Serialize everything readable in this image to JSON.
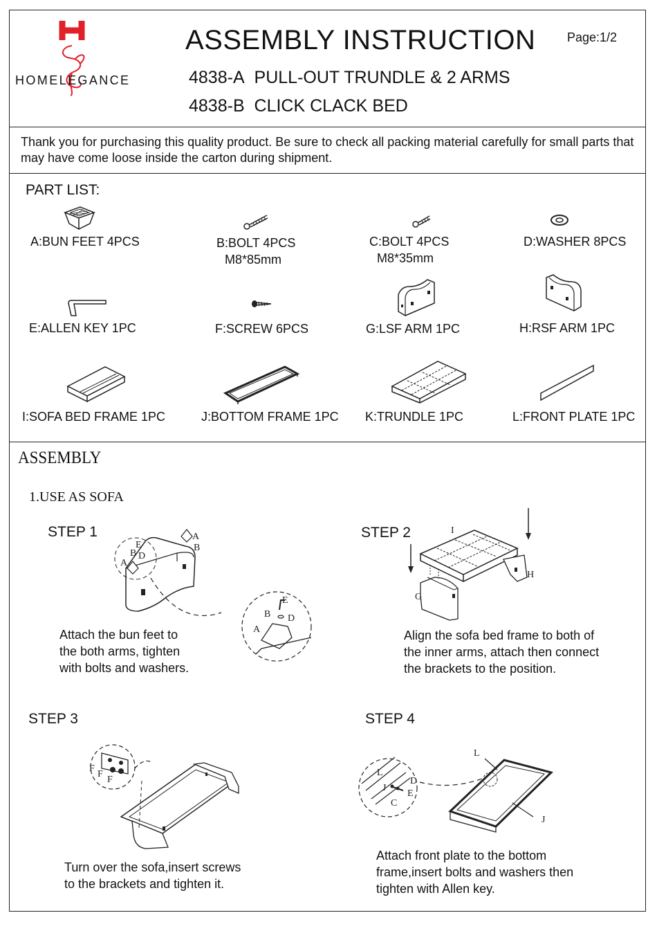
{
  "header": {
    "title": "ASSEMBLY INSTRUCTION",
    "page_label": "Page:1/2",
    "brand_text": "HOMELEGANCE",
    "brand_letter": "H",
    "models": [
      {
        "code": "4838-A",
        "name": "PULL-OUT TRUNDLE & 2 ARMS"
      },
      {
        "code": "4838-B",
        "name": "CLICK CLACK BED"
      }
    ]
  },
  "intro": "Thank you for purchasing this quality product. Be sure to check all packing material carefully for small parts that may have come loose inside the carton during shipment.",
  "part_list": {
    "heading": "PART LIST:",
    "parts": [
      {
        "label": "A:BUN FEET  4PCS",
        "sub": "",
        "icon": "bun-feet-icon"
      },
      {
        "label": "B:BOLT  4PCS",
        "sub": "M8*85mm",
        "icon": "long-bolt-icon"
      },
      {
        "label": "C:BOLT  4PCS",
        "sub": "M8*35mm",
        "icon": "short-bolt-icon"
      },
      {
        "label": "D:WASHER 8PCS",
        "sub": "",
        "icon": "washer-icon"
      },
      {
        "label": "E:ALLEN KEY  1PC",
        "sub": "",
        "icon": "allen-key-icon"
      },
      {
        "label": "F:SCREW  6PCS",
        "sub": "",
        "icon": "screw-icon"
      },
      {
        "label": "G:LSF ARM  1PC",
        "sub": "",
        "icon": "left-arm-icon"
      },
      {
        "label": "H:RSF ARM  1PC",
        "sub": "",
        "icon": "right-arm-icon"
      },
      {
        "label": "I:SOFA BED FRAME 1PC",
        "sub": "",
        "icon": "sofa-bed-frame-icon"
      },
      {
        "label": "J:BOTTOM FRAME 1PC",
        "sub": "",
        "icon": "bottom-frame-icon"
      },
      {
        "label": "K:TRUNDLE  1PC",
        "sub": "",
        "icon": "trundle-icon"
      },
      {
        "label": "L:FRONT PLATE 1PC",
        "sub": "",
        "icon": "front-plate-icon"
      }
    ]
  },
  "assembly": {
    "heading": "ASSEMBLY",
    "subheading": "1.USE AS SOFA",
    "steps": [
      {
        "title": "STEP 1",
        "caption": "Attach the bun feet to\nthe both arms, tighten\nwith bolts and washers."
      },
      {
        "title": "STEP 2",
        "caption": "Align the sofa bed frame to both of\nthe inner arms, attach then connect\nthe brackets to the position."
      },
      {
        "title": "STEP 3",
        "caption": "Turn over the sofa,insert screws\nto the brackets and tighten it."
      },
      {
        "title": "STEP 4",
        "caption": "Attach front plate to the bottom\nframe,insert bolts and washers then\ntighten with Allen key."
      }
    ]
  },
  "diagram_labels": {
    "step1": [
      "A",
      "B",
      "D",
      "E",
      "A",
      "B",
      "D",
      "E"
    ],
    "step2": [
      "I",
      "G",
      "H"
    ],
    "step3": [
      "F",
      "F",
      "F"
    ],
    "step4": [
      "L",
      "J",
      "D",
      "E",
      "C",
      "L",
      "J"
    ]
  },
  "colors": {
    "line": "#222222",
    "logo_red": "#e0202a"
  }
}
